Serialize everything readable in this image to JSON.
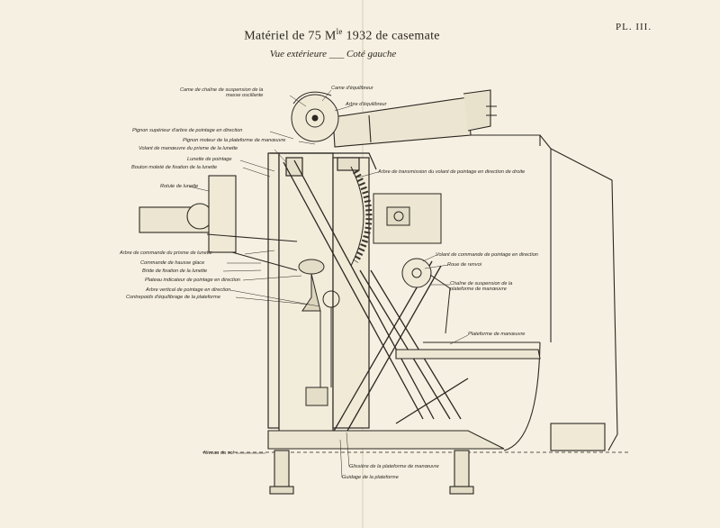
{
  "plate_number": "PL. III.",
  "title": {
    "prefix": "Matériel de 75 M",
    "superscript": "le",
    "suffix": " 1932 de casemate"
  },
  "subtitle": "Vue extérieure ___ Coté gauche",
  "labels": {
    "came_chaine_1": "Came de chaîne de suspension de la",
    "came_chaine_2": "masse oscillante",
    "came_equilibreur": "Came d'équilibreur",
    "arbre_equilibreur": "Arbre d'équilibreur",
    "pignon_superieur": "Pignon supérieur d'arbre de pointage en direction",
    "pignon_moteur": "Pignon moteur de la plateforme de manœuvre",
    "volant_manoeuvre_1": "Volant de manœuvre du prisme de la lunette",
    "lunette_pointage": "Lunette de pointage",
    "bouton_molete": "Bouton moleté de fixation de la lunette",
    "rotule_lunette": "Rotule de lunette",
    "arbre_transmission": "Arbre de transmission du volant de pointage en direction de droite",
    "arbre_commande_prisme": "Arbre de commande du prisme de lunette",
    "volant_commande_direction": "Volant de commande de pointage en direction",
    "commande_hausse": "Commande de hausse glace",
    "roue_renvoi": "Roue de renvoi",
    "bride_fixation": "Bride de fixation de la lunette",
    "plateau_indicateur": "Plateau indicateur de pointage en direction",
    "chaine_suspension_1": "Chaîne de suspension de la",
    "chaine_suspension_2": "plateforme de manœuvre",
    "arbre_vertical": "Arbre vertical de pointage en direction",
    "contrepoids": "Contrepoids d'équilibrage de la plateforme",
    "plateforme_manoeuvre": "Plateforme de manœuvre",
    "niveau_sol": "Niveau du sol",
    "glissiere": "Glissière de la plateforme de manœuvre",
    "guidage": "Guidage de la plateforme"
  }
}
